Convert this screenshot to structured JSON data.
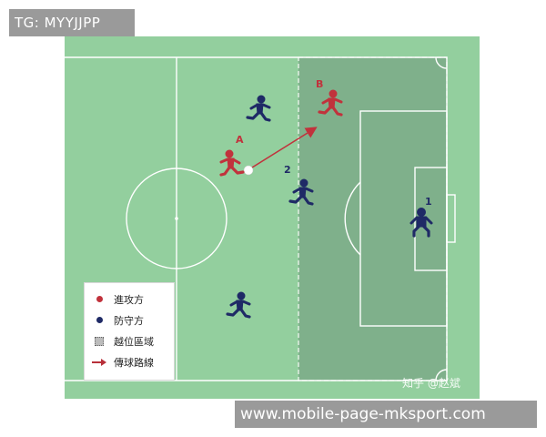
{
  "tags": {
    "top_left": "TG: MYYJJPP",
    "bottom_right": "www.mobile-page-mksport.com"
  },
  "diagram": {
    "player_labels": {
      "attacker_a": "A",
      "attacker_b": "B",
      "defender_2": "2",
      "goalkeeper_1": "1"
    }
  },
  "legend": {
    "items": [
      {
        "label": "進攻方",
        "icon": "red-dot-icon"
      },
      {
        "label": "防守方",
        "icon": "navy-dot-icon"
      },
      {
        "label": "越位區域",
        "icon": "offside-area-icon"
      },
      {
        "label": "傳球路線",
        "icon": "pass-arrow-icon"
      }
    ]
  },
  "watermark": "知乎 @赵斌",
  "colors": {
    "pitch": "#93cf9e",
    "offside_zone": "#7fb08b",
    "attacker": "#c1323c",
    "defender": "#1f2a66",
    "line": "#ffffff"
  }
}
